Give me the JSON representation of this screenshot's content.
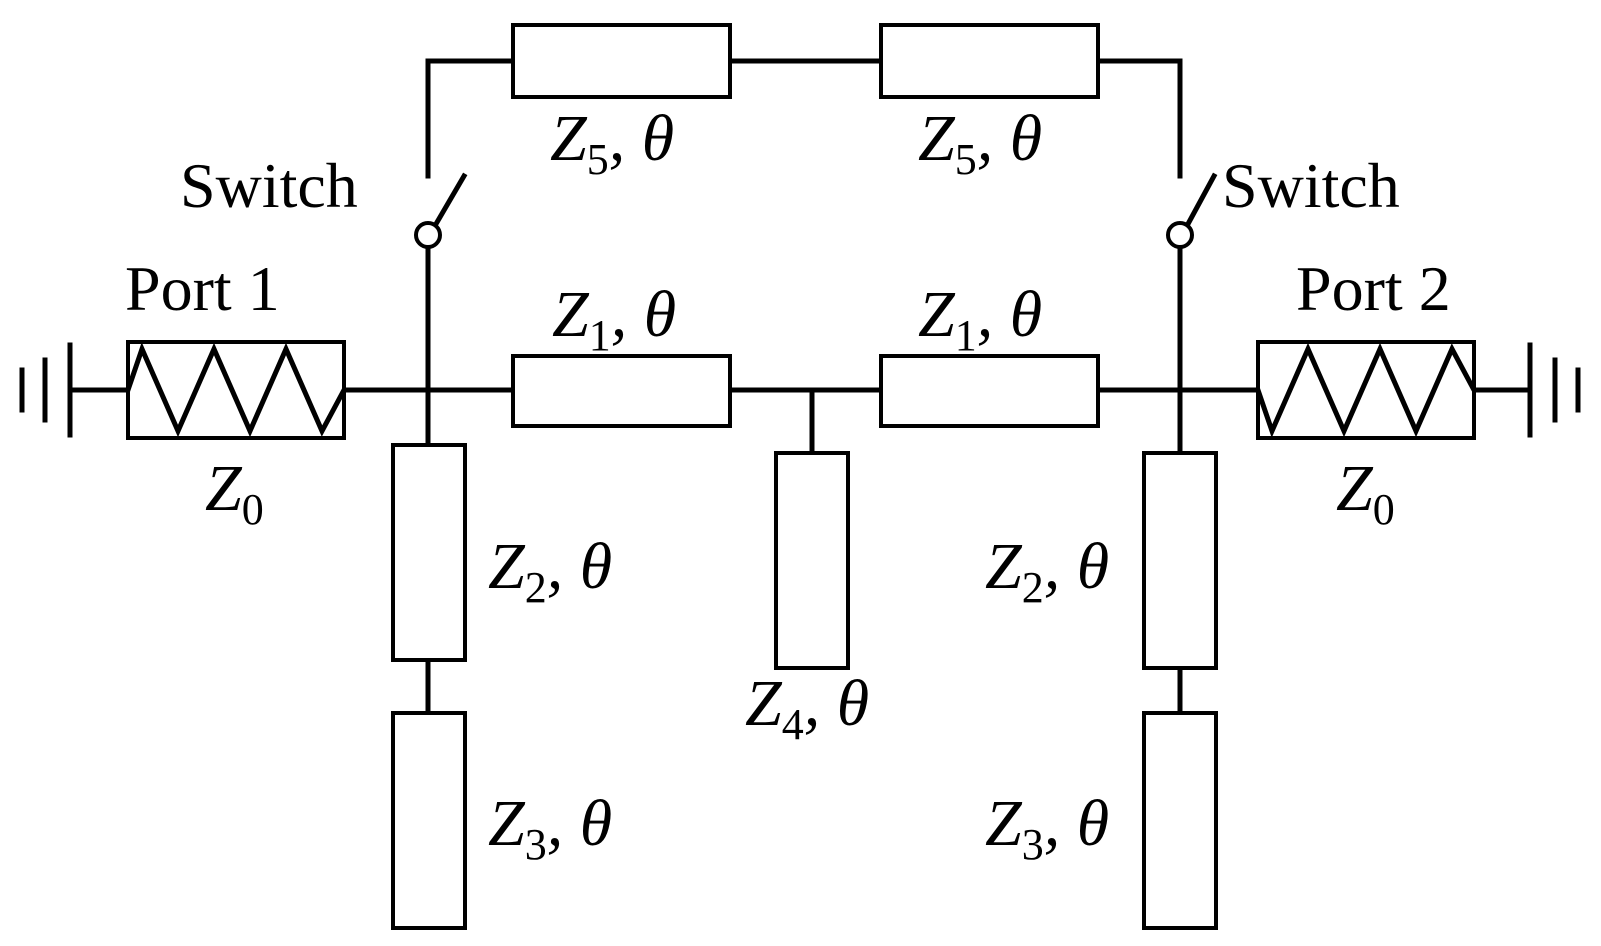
{
  "diagram": {
    "port_left": "Port 1",
    "port_right": "Port 2",
    "switch_left": "Switch",
    "switch_right": "Switch",
    "z0_left": {
      "main": "Z",
      "sub": "0",
      "tail": ""
    },
    "z0_right": {
      "main": "Z",
      "sub": "0",
      "tail": ""
    },
    "z5_left": {
      "main": "Z",
      "sub": "5",
      "tail": ", θ"
    },
    "z5_right": {
      "main": "Z",
      "sub": "5",
      "tail": ", θ"
    },
    "z1_left": {
      "main": "Z",
      "sub": "1",
      "tail": ", θ"
    },
    "z1_right": {
      "main": "Z",
      "sub": "1",
      "tail": ", θ"
    },
    "z2_left": {
      "main": "Z",
      "sub": "2",
      "tail": ", θ"
    },
    "z2_right": {
      "main": "Z",
      "sub": "2",
      "tail": ", θ"
    },
    "z3_left": {
      "main": "Z",
      "sub": "3",
      "tail": ", θ"
    },
    "z3_right": {
      "main": "Z",
      "sub": "3",
      "tail": ", θ"
    },
    "z4": {
      "main": "Z",
      "sub": "4",
      "tail": ", θ"
    }
  }
}
